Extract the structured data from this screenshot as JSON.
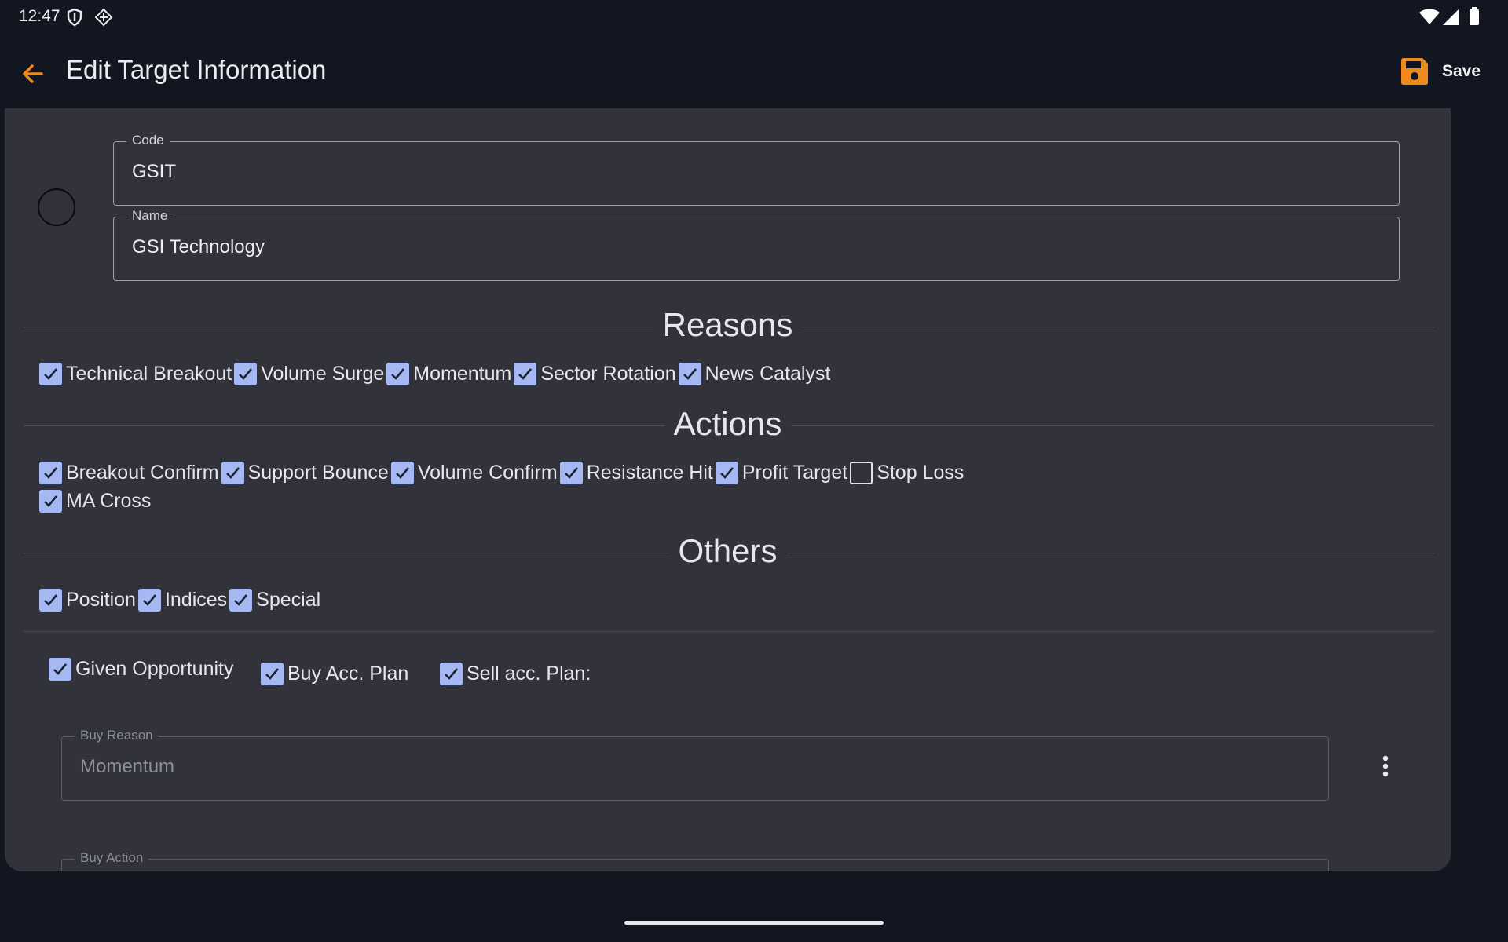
{
  "status": {
    "time": "12:47"
  },
  "appbar": {
    "title": "Edit Target Information",
    "save_label": "Save"
  },
  "colors": {
    "accent": "#f08a1c",
    "checkbox": "#a6b8f2",
    "card": "#31323a",
    "background": "#121620"
  },
  "form": {
    "code": {
      "label": "Code",
      "value": "GSIT"
    },
    "name": {
      "label": "Name",
      "value": "GSI Technology"
    }
  },
  "reasons": {
    "title": "Reasons",
    "items": [
      {
        "label": "Technical Breakout",
        "checked": true
      },
      {
        "label": "Volume Surge",
        "checked": true
      },
      {
        "label": "Momentum",
        "checked": true
      },
      {
        "label": "Sector Rotation",
        "checked": true
      },
      {
        "label": "News Catalyst",
        "checked": true
      }
    ]
  },
  "actions": {
    "title": "Actions",
    "items": [
      {
        "label": "Breakout Confirm",
        "checked": true
      },
      {
        "label": "Support Bounce",
        "checked": true
      },
      {
        "label": "Volume Confirm",
        "checked": true
      },
      {
        "label": "Resistance Hit",
        "checked": true
      },
      {
        "label": "Profit Target",
        "checked": true
      },
      {
        "label": "Stop Loss",
        "checked": false
      },
      {
        "label": "MA Cross",
        "checked": true
      }
    ]
  },
  "others": {
    "title": "Others",
    "items": [
      {
        "label": "Position",
        "checked": true
      },
      {
        "label": "Indices",
        "checked": true
      },
      {
        "label": "Special",
        "checked": true
      }
    ]
  },
  "plans": {
    "given_opportunity": {
      "label": "Given Opportunity",
      "checked": true
    },
    "buy_plan": {
      "label": "Buy Acc. Plan",
      "checked": true
    },
    "sell_plan": {
      "label": "Sell acc. Plan:",
      "checked": true
    }
  },
  "buy_reason": {
    "label": "Buy Reason",
    "value": "Momentum"
  },
  "buy_action": {
    "label": "Buy Action"
  }
}
